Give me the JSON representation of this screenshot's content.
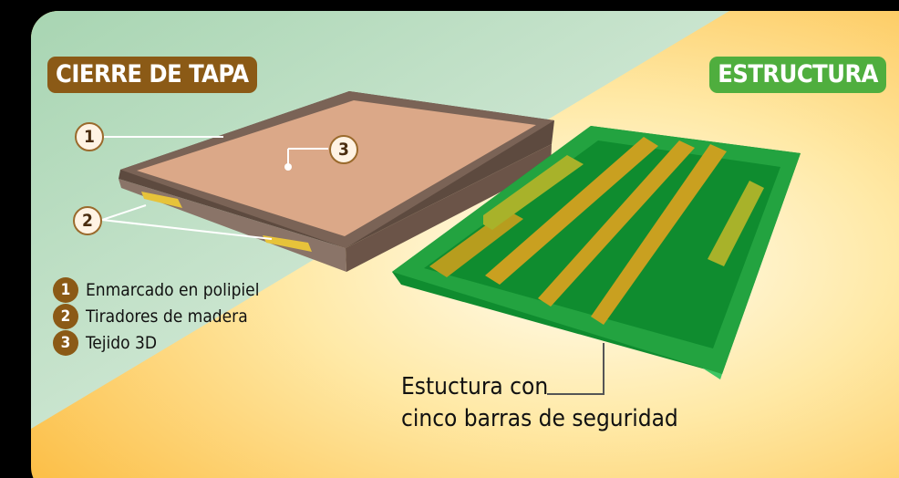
{
  "tags": {
    "left": "CIERRE DE TAPA",
    "right": "ESTRUCTURA"
  },
  "callouts": [
    "1",
    "2",
    "3"
  ],
  "legend": [
    {
      "num": "1",
      "text": "Enmarcado en polipiel"
    },
    {
      "num": "2",
      "text": "Tiradores de madera"
    },
    {
      "num": "3",
      "text": "Tejido 3D"
    }
  ],
  "caption": {
    "line1": "Estuctura con",
    "line2": "cinco barras de seguridad"
  },
  "colors": {
    "tag_brown": "#8b5a16",
    "tag_green": "#4fae3e",
    "lid_surface": "#dba888",
    "lid_frame": "#7a6356",
    "frame_green": "#1fa33a",
    "bar_gold": "#c9a020",
    "bar_yellow_green": "#a8b22a"
  }
}
